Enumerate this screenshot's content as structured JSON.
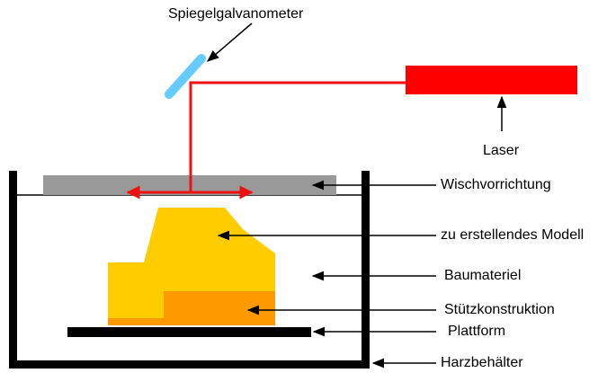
{
  "labels": {
    "mirror": "Spiegelgalvanometer",
    "laser": "Laser",
    "wiper": "Wischvorrichtung",
    "model": "zu erstellendes Modell",
    "material": "Baumateriel",
    "support": "Stützkonstruktion",
    "platform": "Plattform",
    "tank": "Harzbehälter"
  },
  "colors": {
    "laser": "#ff0000",
    "beam": "#ee1111",
    "mirror": "#66ccff",
    "wiper": "#999999",
    "model": "#ffcc00",
    "support": "#ff9900",
    "platform": "#000000",
    "tank": "#000000"
  }
}
